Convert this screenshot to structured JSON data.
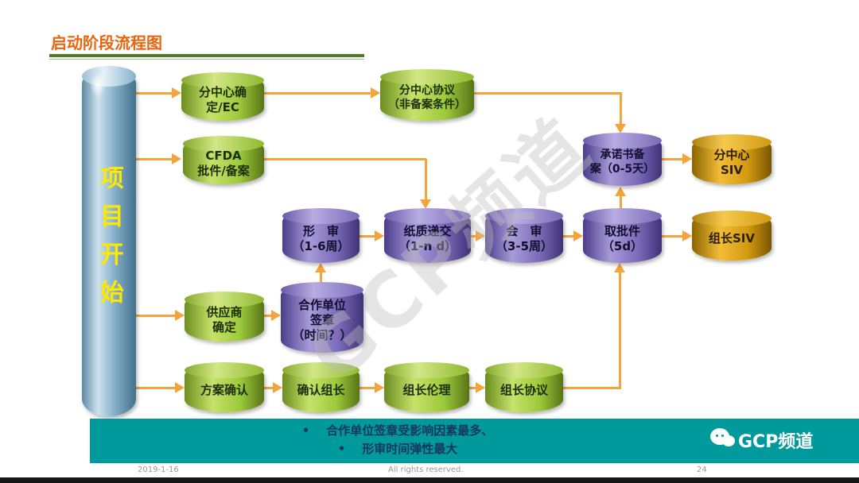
{
  "slide": {
    "title": "启动阶段流程图",
    "watermark": "GCP频道",
    "brand": "GCP频道",
    "banner": {
      "notes": [
        "•    合作单位签章受影响因素最多、",
        "•    形审时间弹性最大"
      ]
    },
    "footer": {
      "date": "2019-1-16",
      "rights": "All rights reserved.",
      "page": "24"
    }
  },
  "colors": {
    "title_orange": "#E8650D",
    "green_node": "#9CC93A",
    "purple_node": "#7A6AB8",
    "orange_node": "#D39A10",
    "start_node_blue": "#8FB9D2",
    "arrow_orange": "#F4A43C",
    "banner_teal": "#00999C",
    "start_text_yellow": "#FFE800"
  },
  "flow": {
    "start": {
      "label": "项目开始"
    },
    "nodes": {
      "sub_center_ec": {
        "label": "分中心确\n定/EC"
      },
      "sub_center_agreement": {
        "label": "分中心协议\n（非备案条件）"
      },
      "cfda_approval": {
        "label": "CFDA\n批件/备案"
      },
      "commitment_filing": {
        "label": "承诺书备\n案（0-5天）"
      },
      "sub_center_siv": {
        "label": "分中心\nSIV"
      },
      "formal_review": {
        "label": "形　审\n（1-6周）"
      },
      "paper_submission": {
        "label": "纸质递交\n（1-n d）"
      },
      "joint_review": {
        "label": "会　审\n（3-5周）"
      },
      "obtain_approval": {
        "label": "取批件\n（5d）"
      },
      "leader_siv": {
        "label": "组长SIV"
      },
      "supplier_confirm": {
        "label": "供应商\n确定"
      },
      "partner_seal": {
        "label": "合作单位\n签章\n（时间？）"
      },
      "protocol_confirm": {
        "label": "方案确认"
      },
      "leader_confirm": {
        "label": "确认组长"
      },
      "leader_ethics": {
        "label": "组长伦理"
      },
      "leader_agreement": {
        "label": "组长协议"
      }
    },
    "edges": [
      {
        "from": "start",
        "to": "sub_center_ec"
      },
      {
        "from": "start",
        "to": "cfda_approval"
      },
      {
        "from": "start",
        "to": "supplier_confirm"
      },
      {
        "from": "start",
        "to": "protocol_confirm"
      },
      {
        "from": "sub_center_ec",
        "to": "sub_center_agreement"
      },
      {
        "from": "sub_center_agreement",
        "to": "commitment_filing"
      },
      {
        "from": "cfda_approval",
        "to": "paper_submission"
      },
      {
        "from": "formal_review",
        "to": "paper_submission"
      },
      {
        "from": "paper_submission",
        "to": "joint_review"
      },
      {
        "from": "joint_review",
        "to": "obtain_approval"
      },
      {
        "from": "obtain_approval",
        "to": "leader_siv"
      },
      {
        "from": "obtain_approval",
        "to": "commitment_filing"
      },
      {
        "from": "commitment_filing",
        "to": "sub_center_siv"
      },
      {
        "from": "supplier_confirm",
        "to": "partner_seal"
      },
      {
        "from": "partner_seal",
        "to": "formal_review"
      },
      {
        "from": "protocol_confirm",
        "to": "leader_confirm"
      },
      {
        "from": "leader_confirm",
        "to": "leader_ethics"
      },
      {
        "from": "leader_ethics",
        "to": "leader_agreement"
      },
      {
        "from": "leader_agreement",
        "to": "obtain_approval"
      }
    ]
  }
}
